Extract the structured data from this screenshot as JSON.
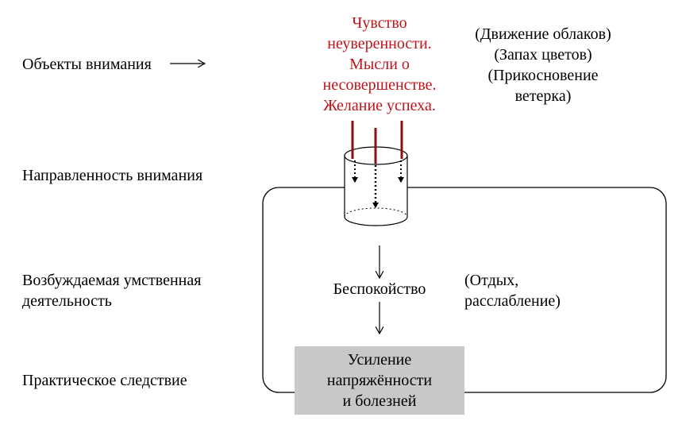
{
  "row_labels": {
    "objects": "Объекты внимания",
    "direction": "Направленность внимания",
    "activity_line1": "Возбуждаемая умственная",
    "activity_line2": "деятельность",
    "consequence": "Практическое следствие"
  },
  "focus_items": [
    "Чувство",
    "неуверенности.",
    "Мысли о",
    "несовершенстве.",
    "Желание успеха."
  ],
  "other_items": [
    "(Движение облаков)",
    "(Запах цветов)",
    "(Прикосновение",
    "ветерка)"
  ],
  "activity": "Беспокойство",
  "alt_activity": [
    "(Отдых,",
    "расслабление)"
  ],
  "outcome": [
    "Усиление",
    "напряжённости",
    "и болезней"
  ],
  "colors": {
    "focus_text": "#c0141b",
    "focus_lines": "#8b1010",
    "outcome_bg": "#c8c8c8"
  }
}
